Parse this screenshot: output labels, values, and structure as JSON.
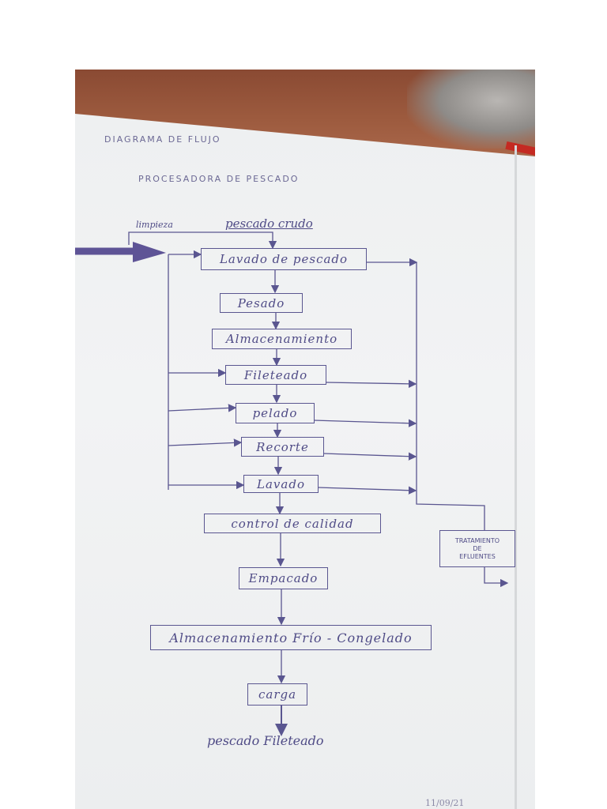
{
  "header": {
    "line1": "DIAGRAMA DE FLUJO",
    "line2": "PROCESADORA DE PESCADO"
  },
  "input": {
    "label_left": "limpieza",
    "label_main": "pescado crudo"
  },
  "steps": [
    "Lavado de pescado",
    "Pesado",
    "Almacenamiento",
    "Fileteado",
    "pelado",
    "Recorte",
    "Lavado",
    "control de calidad",
    "Empacado",
    "Almacenamiento Frío - Congelado",
    "carga"
  ],
  "output": "pescado Fileteado",
  "side_box": {
    "line1": "TRATAMIENTO",
    "line2": "DE",
    "line3": "EFLUENTES"
  },
  "date": "11/09/21",
  "colors": {
    "ink": "#4f4b86",
    "paper": "#eef0f1",
    "wood": "#9c5a3e"
  }
}
